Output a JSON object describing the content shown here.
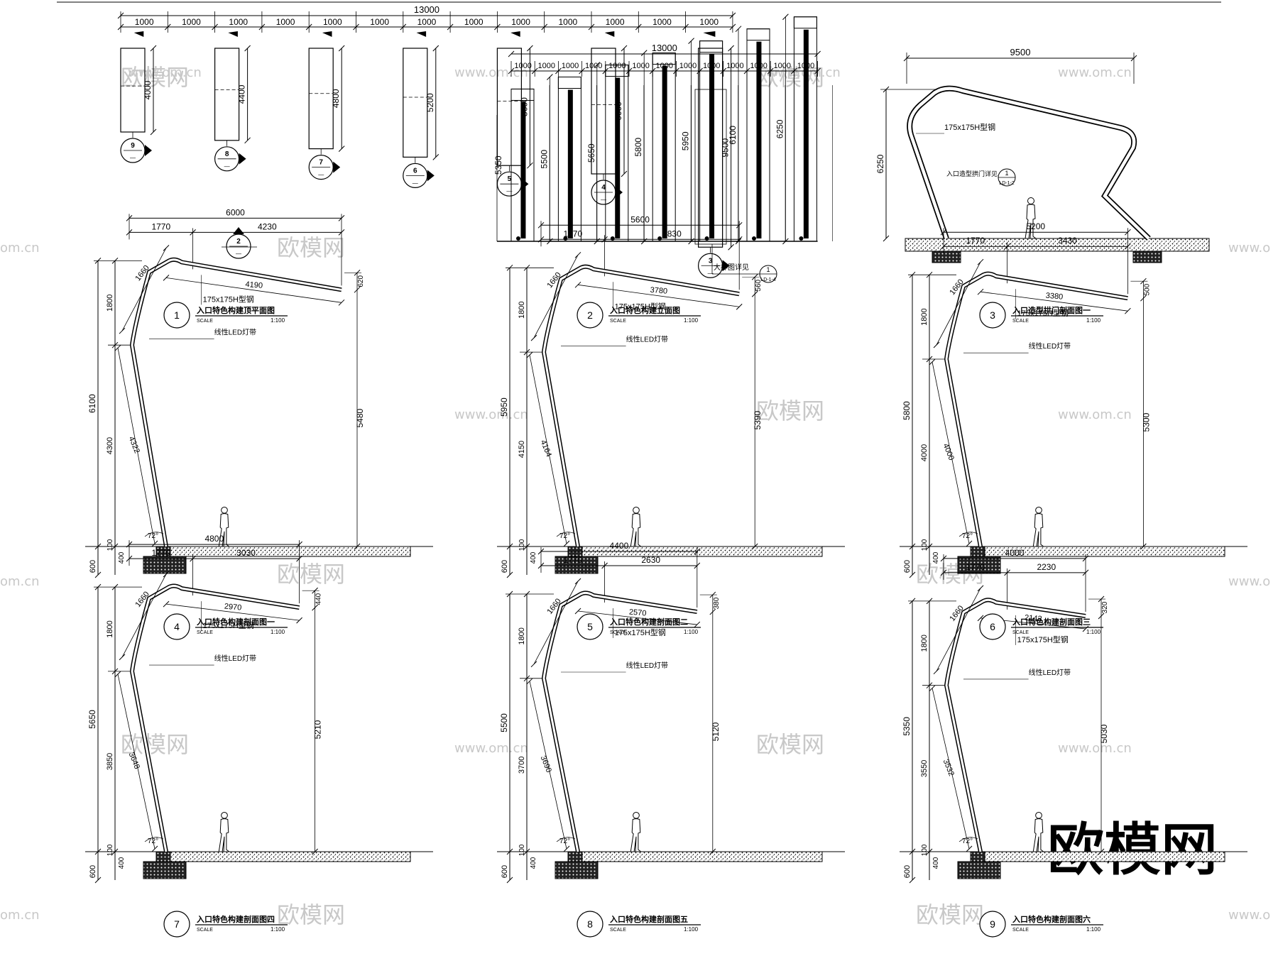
{
  "watermarks": {
    "site": "www.om.cn",
    "site_partial_left": "om.cn",
    "site_partial_right": "www.o",
    "brand": "欧模网",
    "brand_large": "欧模网"
  },
  "view1": {
    "total_dim": "13000",
    "seg_dim": "1000",
    "heights": [
      "4000",
      "4400",
      "4800",
      "5200",
      "5600",
      "6000",
      "9500"
    ],
    "markers": [
      "9",
      "8",
      "7",
      "6",
      "5",
      "4",
      "3"
    ],
    "marker_extra": "2",
    "marker_dash": "—"
  },
  "view2": {
    "total_dim": "13000",
    "seg_dim": "1000",
    "heights": [
      "5350",
      "5500",
      "5650",
      "5800",
      "5950",
      "6100",
      "6250"
    ],
    "detail_note": "大样图详见",
    "detail_num": "1",
    "detail_ref": "LD-1-4"
  },
  "view3": {
    "width_dim": "9500",
    "height_dim": "6250",
    "steel_label": "175x175H型钢",
    "gate_note": "入口造型拱门详见",
    "detail_num": "1",
    "detail_ref": "LD-1-2"
  },
  "sections": [
    {
      "top": "6000",
      "d1": "1770",
      "d2": "4230",
      "slope": "4190",
      "arm": "1660",
      "total_h": "6100",
      "h1": "1800",
      "h2": "4300",
      "diag": "4322",
      "right_h": "5480",
      "tip": "620"
    },
    {
      "top": "5600",
      "d1": "1770",
      "d2": "3830",
      "slope": "3780",
      "arm": "1660",
      "total_h": "5950",
      "h1": "1800",
      "h2": "4150",
      "diag": "4164",
      "right_h": "5390",
      "tip": "560"
    },
    {
      "top": "5200",
      "d1": "1770",
      "d2": "3430",
      "slope": "3380",
      "arm": "1660",
      "total_h": "5800",
      "h1": "1800",
      "h2": "4000",
      "diag": "4000",
      "right_h": "5300",
      "tip": "500"
    },
    {
      "top": "4800",
      "d1": "1770",
      "d2": "3030",
      "slope": "2970",
      "arm": "1660",
      "total_h": "5650",
      "h1": "1800",
      "h2": "3850",
      "diag": "3648",
      "right_h": "5210",
      "tip": "440"
    },
    {
      "top": "4400",
      "d1": "1770",
      "d2": "2630",
      "slope": "2570",
      "arm": "1660",
      "total_h": "5500",
      "h1": "1800",
      "h2": "3700",
      "diag": "3690",
      "right_h": "5120",
      "tip": "380"
    },
    {
      "top": "4000",
      "d1": "1770",
      "d2": "2230",
      "slope": "2143",
      "arm": "1660",
      "total_h": "5350",
      "h1": "1800",
      "h2": "3550",
      "diag": "3532",
      "right_h": "5030",
      "tip": "320"
    }
  ],
  "section_common": {
    "steel_label": "175x175H型钢",
    "led_label": "线性LED灯带",
    "angle": "72°",
    "base_600": "600",
    "base_100": "100",
    "base_400": "400"
  },
  "titles": [
    {
      "num": "1",
      "text": "入口特色构建顶平面图"
    },
    {
      "num": "2",
      "text": "入口特色构建立面图"
    },
    {
      "num": "3",
      "text": "入口造型拱门剖面图一"
    },
    {
      "num": "4",
      "text": "入口特色构建剖面图一"
    },
    {
      "num": "5",
      "text": "入口特色构建剖面图二"
    },
    {
      "num": "6",
      "text": "入口特色构建剖面图三"
    },
    {
      "num": "7",
      "text": "入口特色构建剖面图四"
    },
    {
      "num": "8",
      "text": "入口特色构建剖面图五"
    },
    {
      "num": "9",
      "text": "入口特色构建剖面图六"
    }
  ],
  "scale_word": "SCALE",
  "scale_value": "1:100"
}
